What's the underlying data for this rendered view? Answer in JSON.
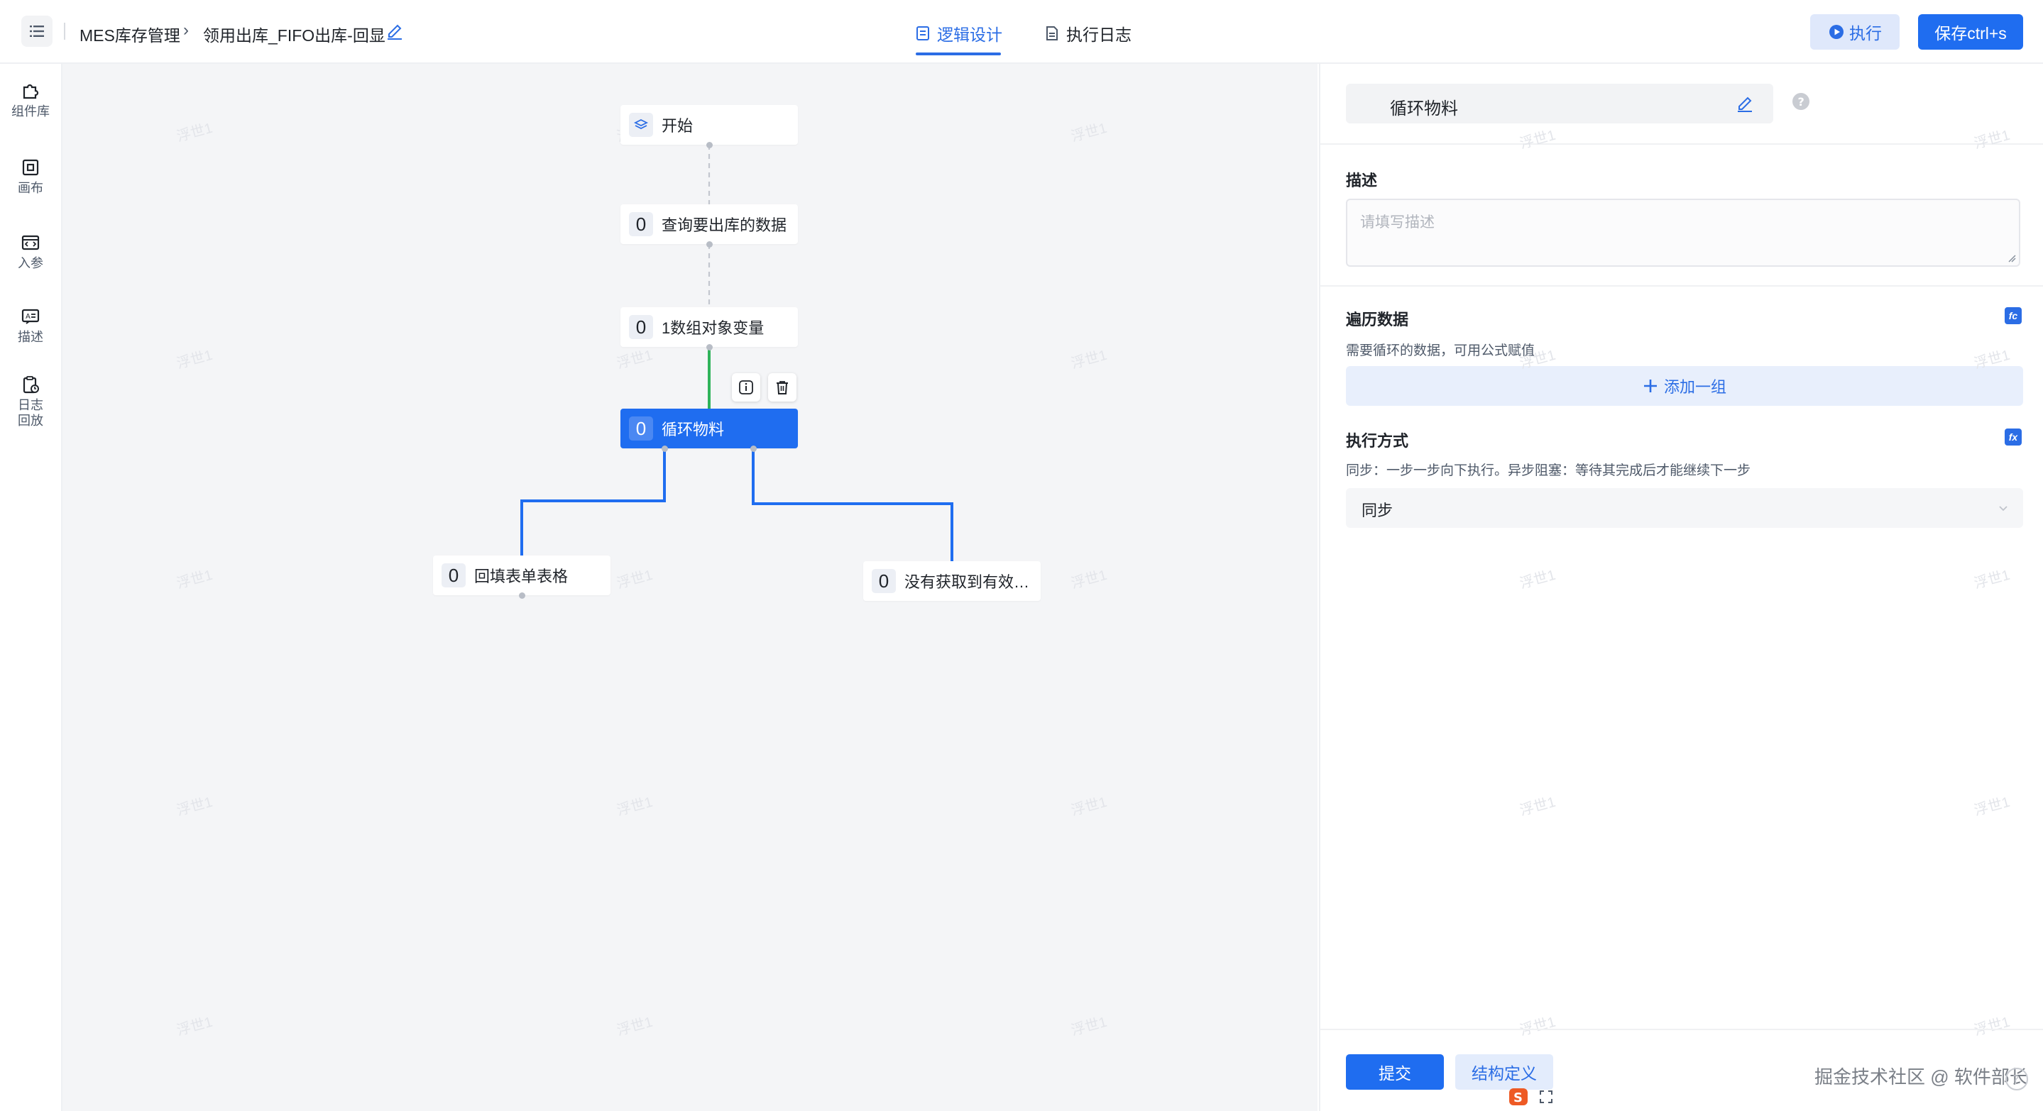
{
  "header": {
    "breadcrumb": [
      "MES库存管理",
      "领用出库_FIFO出库-回显"
    ],
    "tabs": [
      {
        "label": "逻辑设计",
        "active": true
      },
      {
        "label": "执行日志",
        "active": false
      }
    ],
    "run_label": "执行",
    "save_label": "保存ctrl+s"
  },
  "left_rail": [
    {
      "label": "组件库",
      "icon": "puzzle-icon"
    },
    {
      "label": "画布",
      "icon": "canvas-icon"
    },
    {
      "label": "入参",
      "icon": "params-icon"
    },
    {
      "label": "描述",
      "icon": "description-icon"
    },
    {
      "label": "日志\n回放",
      "icon": "log-replay-icon"
    }
  ],
  "canvas": {
    "watermark": "浮世1",
    "nodes": {
      "start": {
        "label": "开始"
      },
      "query": {
        "badge": "0",
        "label": "查询要出库的数据"
      },
      "array_var": {
        "badge": "0",
        "label": "1数组对象变量"
      },
      "loop": {
        "badge": "0",
        "label": "循环物料",
        "selected": true
      },
      "backfill": {
        "badge": "0",
        "label": "回填表单表格"
      },
      "no_valid": {
        "badge": "0",
        "label": "没有获取到有效…"
      }
    }
  },
  "panel": {
    "title": "循环物料",
    "description_label": "描述",
    "description_placeholder": "请填写描述",
    "traverse_label": "遍历数据",
    "traverse_hint": "需要循环的数据，可用公式赋值",
    "add_group_label": "添加一组",
    "exec_mode_label": "执行方式",
    "exec_mode_hint": "同步：一步一步向下执行。异步阻塞：等待其完成后才能继续下一步",
    "exec_mode_value": "同步",
    "submit_label": "提交",
    "struct_label": "结构定义"
  },
  "footer_watermark": "掘金技术社区 @ 软件部长",
  "colors": {
    "accent": "#1f6df0",
    "success_edge": "#2fb35a",
    "canvas_bg": "#f4f5f7"
  }
}
